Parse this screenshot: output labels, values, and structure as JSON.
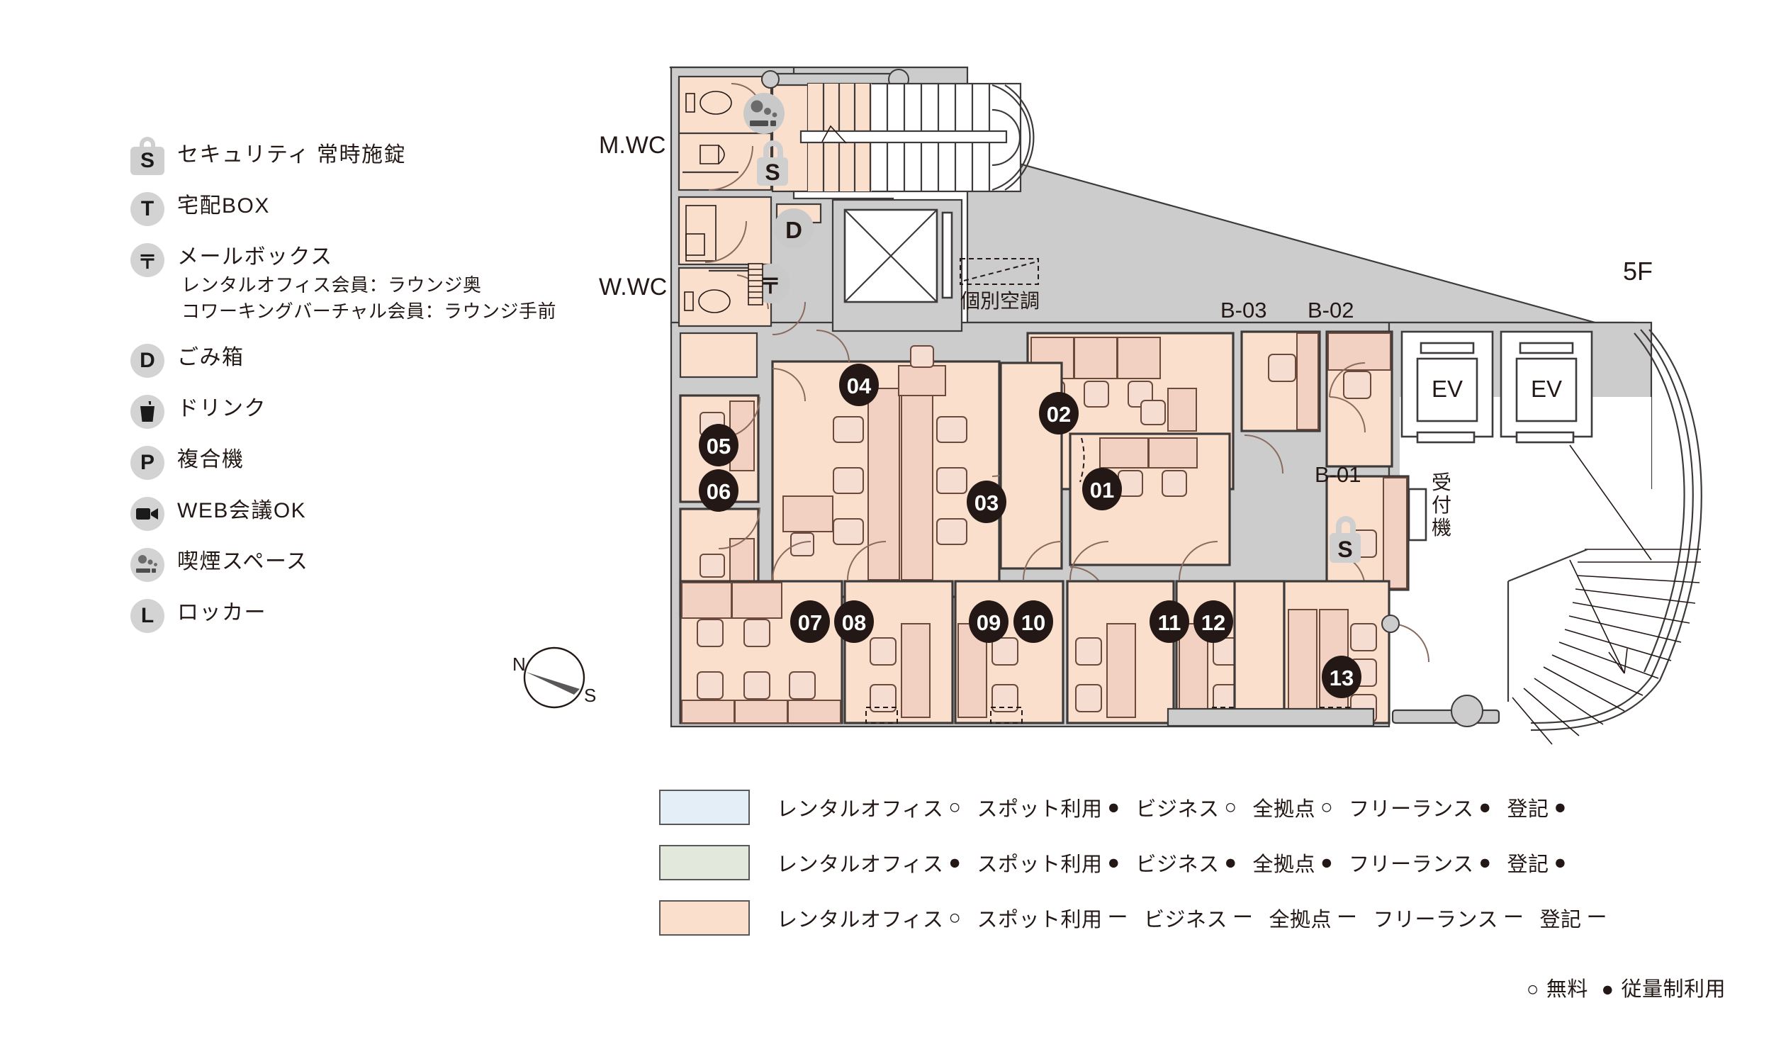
{
  "floor_label": "5F",
  "facility_legend": {
    "items": [
      {
        "icon": "lock-icon",
        "glyph": "S",
        "label": "セキュリティ 常時施錠",
        "sublabels": []
      },
      {
        "icon": "delivery-box-icon",
        "glyph": "T",
        "label": "宅配BOX",
        "sublabels": []
      },
      {
        "icon": "mailbox-icon",
        "glyph": "〒",
        "label": "メールボックス",
        "sublabels": [
          "レンタルオフィス会員：ラウンジ奥",
          "コワーキングバーチャル会員：ラウンジ手前"
        ]
      },
      {
        "icon": "trash-icon",
        "glyph": "D",
        "label": "ごみ箱",
        "sublabels": []
      },
      {
        "icon": "drink-icon",
        "glyph": "",
        "label": "ドリンク",
        "sublabels": []
      },
      {
        "icon": "printer-icon",
        "glyph": "P",
        "label": "複合機",
        "sublabels": []
      },
      {
        "icon": "video-camera-icon",
        "glyph": "",
        "label": "WEB会議OK",
        "sublabels": []
      },
      {
        "icon": "smoking-icon",
        "glyph": "",
        "label": "喫煙スペース",
        "sublabels": []
      },
      {
        "icon": "locker-icon",
        "glyph": "L",
        "label": "ロッカー",
        "sublabels": []
      }
    ]
  },
  "plan_legend": {
    "columns": [
      "レンタルオフィス",
      "スポット利用",
      "ビジネス",
      "全拠点",
      "フリーランス",
      "登記"
    ],
    "rows": [
      {
        "color": "#e4eef7",
        "marks": [
          "○",
          "●",
          "○",
          "○",
          "●",
          "●"
        ]
      },
      {
        "color": "#e2e9dc",
        "marks": [
          "●",
          "●",
          "●",
          "●",
          "●",
          "●"
        ]
      },
      {
        "color": "#fadfcd",
        "marks": [
          "○",
          "ー",
          "ー",
          "ー",
          "ー",
          "ー"
        ]
      }
    ],
    "footnote": {
      "free_mark": "○",
      "free_label": "無料",
      "metered_mark": "●",
      "metered_label": "従量制利用"
    }
  },
  "floorplan": {
    "room_labels": [
      "M.WC",
      "W.WC"
    ],
    "booth_labels": [
      "B-03",
      "B-02",
      "B-01"
    ],
    "elevator_labels": [
      "EV",
      "EV"
    ],
    "reception_label": "受付機",
    "hvac_label": "個別空調",
    "room_numbers": [
      "01",
      "02",
      "03",
      "04",
      "05",
      "06",
      "07",
      "08",
      "09",
      "10",
      "11",
      "12",
      "13"
    ],
    "plan_markers": [
      {
        "name": "smoking-icon",
        "glyph": ""
      },
      {
        "name": "security-lock-icon-stair",
        "glyph": "S"
      },
      {
        "name": "trash-icon",
        "glyph": "D"
      },
      {
        "name": "mailbox-icon",
        "glyph": "〒"
      },
      {
        "name": "security-lock-icon-entry",
        "glyph": "S"
      }
    ],
    "compass": {
      "north": "N",
      "south": "S"
    },
    "colors": {
      "room_fill": "#fadfcd",
      "furniture_fill": "#f2d0c2",
      "wall_fill": "#cccccc",
      "wall_stroke": "#3e3a39",
      "badge_fill": "#231815"
    }
  }
}
